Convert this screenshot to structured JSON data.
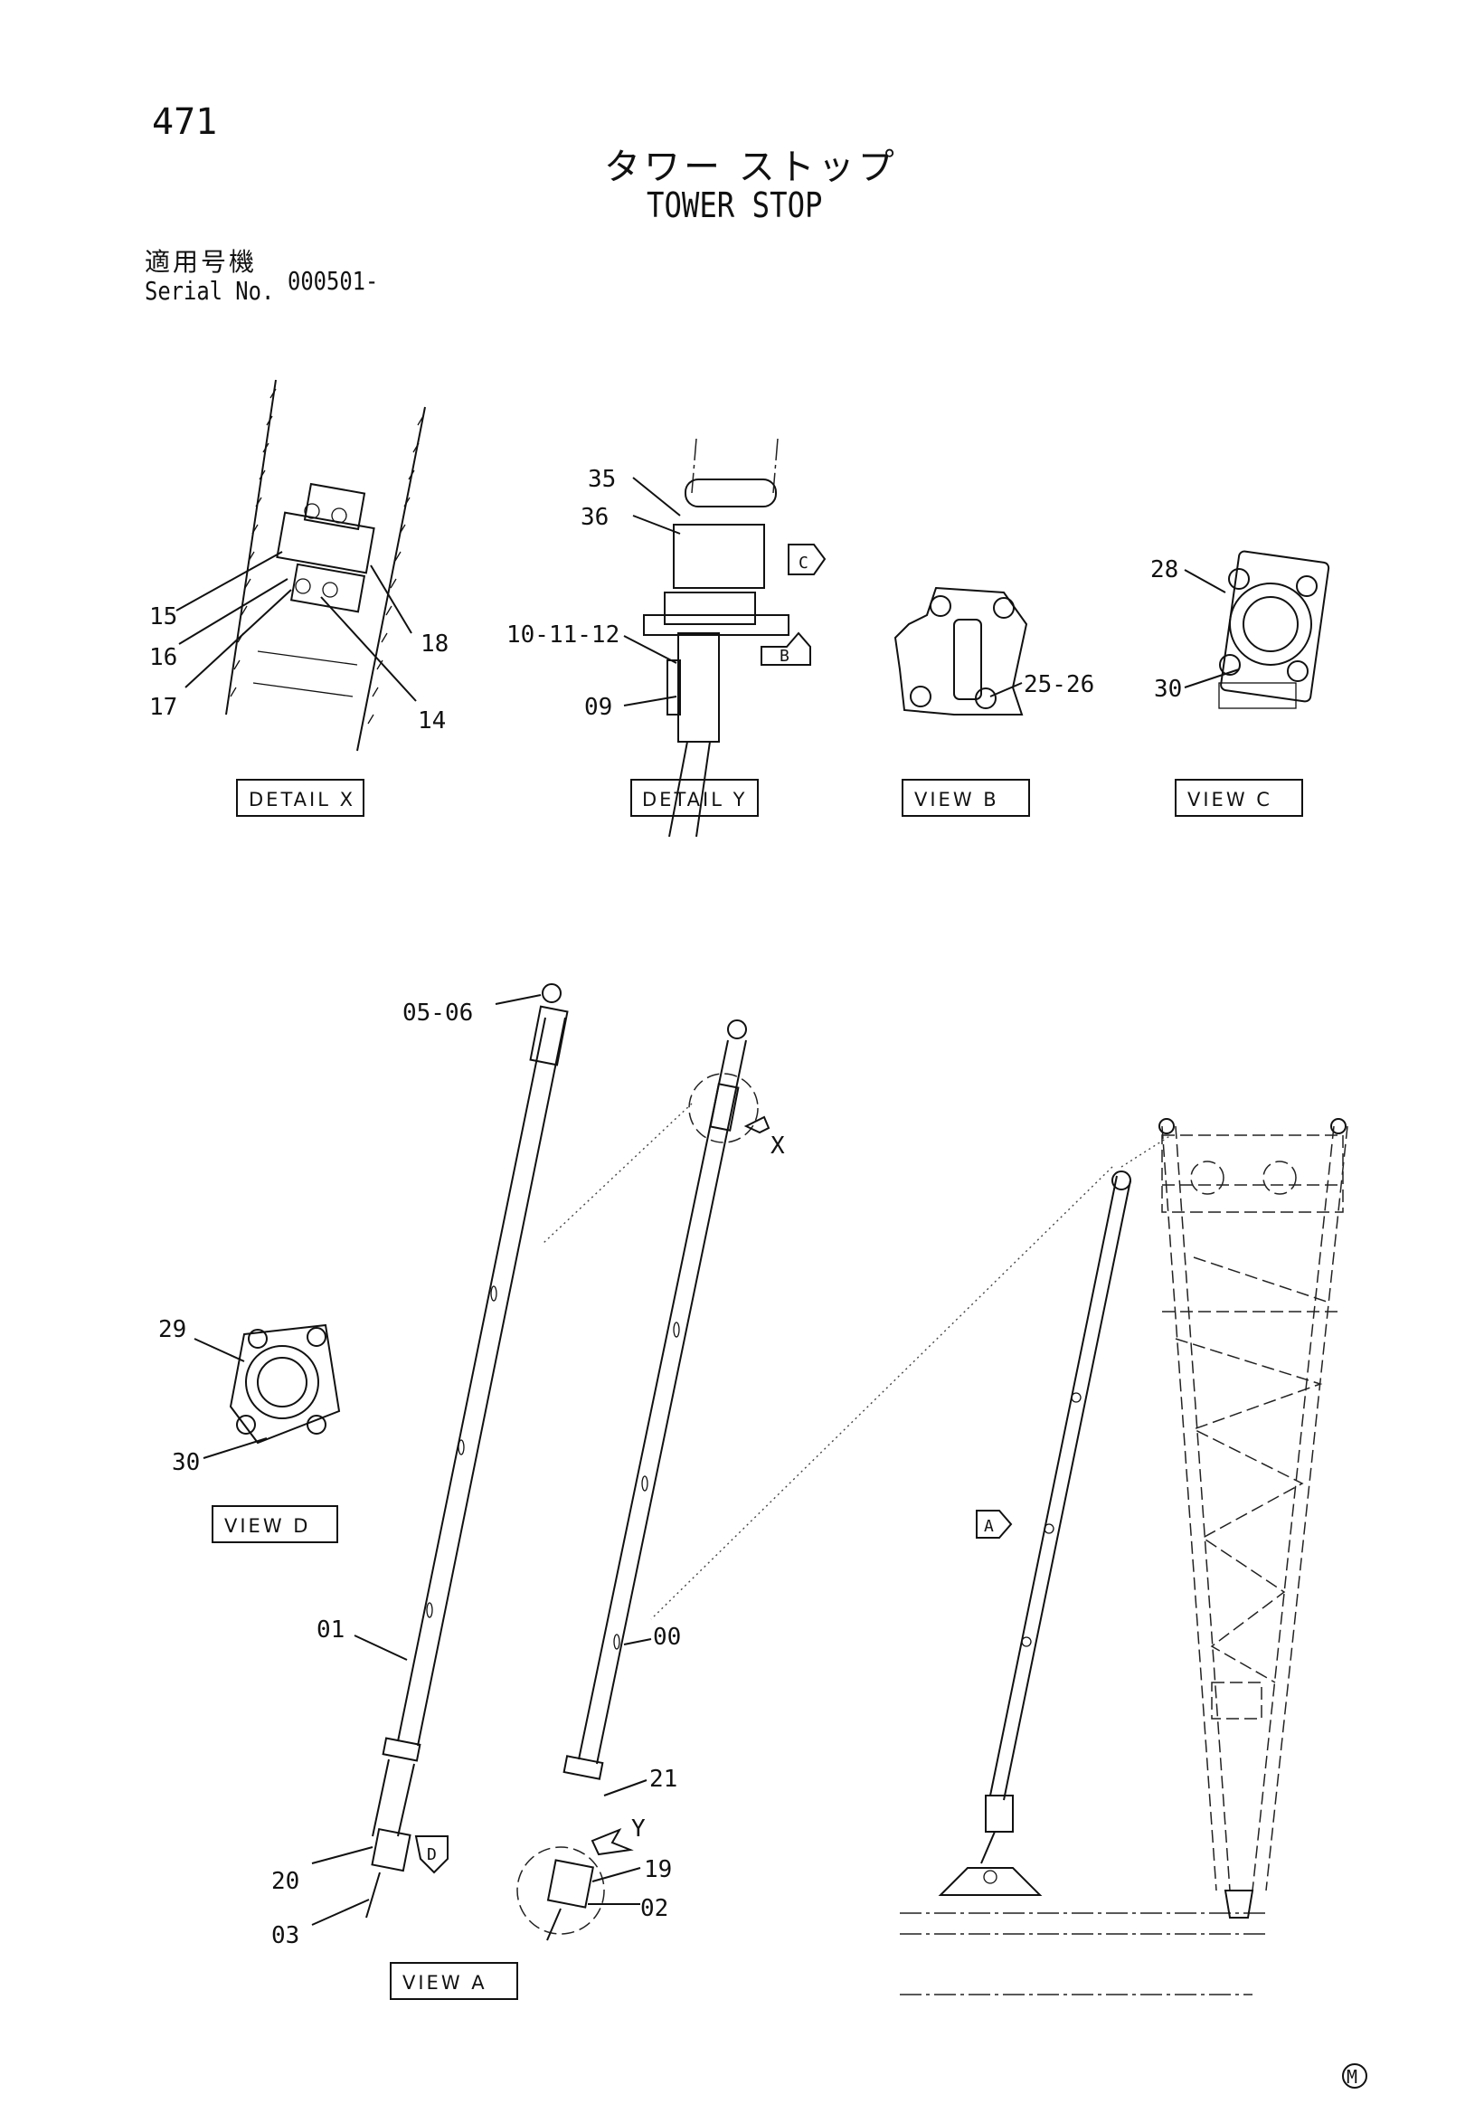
{
  "header": {
    "page_number": "471",
    "title_jp": "タワー ストップ",
    "title_en": "TOWER STOP",
    "serial_label_jp": "適用号機",
    "serial_label_en": "Serial No.",
    "serial_value": "000501-"
  },
  "view_labels": {
    "detail_x": "DETAIL X",
    "detail_y": "DETAIL Y",
    "view_b": "VIEW B",
    "view_c": "VIEW C",
    "view_d": "VIEW D",
    "view_a": "VIEW A"
  },
  "view_markers": {
    "a": "A",
    "b": "B",
    "c": "C",
    "d": "D",
    "x": "X",
    "y": "Y"
  },
  "callouts": {
    "detail_x": [
      "15",
      "16",
      "17",
      "18",
      "14"
    ],
    "detail_y": [
      "35",
      "36",
      "10-11-12",
      "09"
    ],
    "view_b": [
      "25-26"
    ],
    "view_c": [
      "28",
      "30"
    ],
    "view_d": [
      "29",
      "30"
    ],
    "main": [
      "05-06",
      "01",
      "00",
      "21",
      "20",
      "19",
      "03",
      "02"
    ]
  },
  "footer_mark": "M"
}
